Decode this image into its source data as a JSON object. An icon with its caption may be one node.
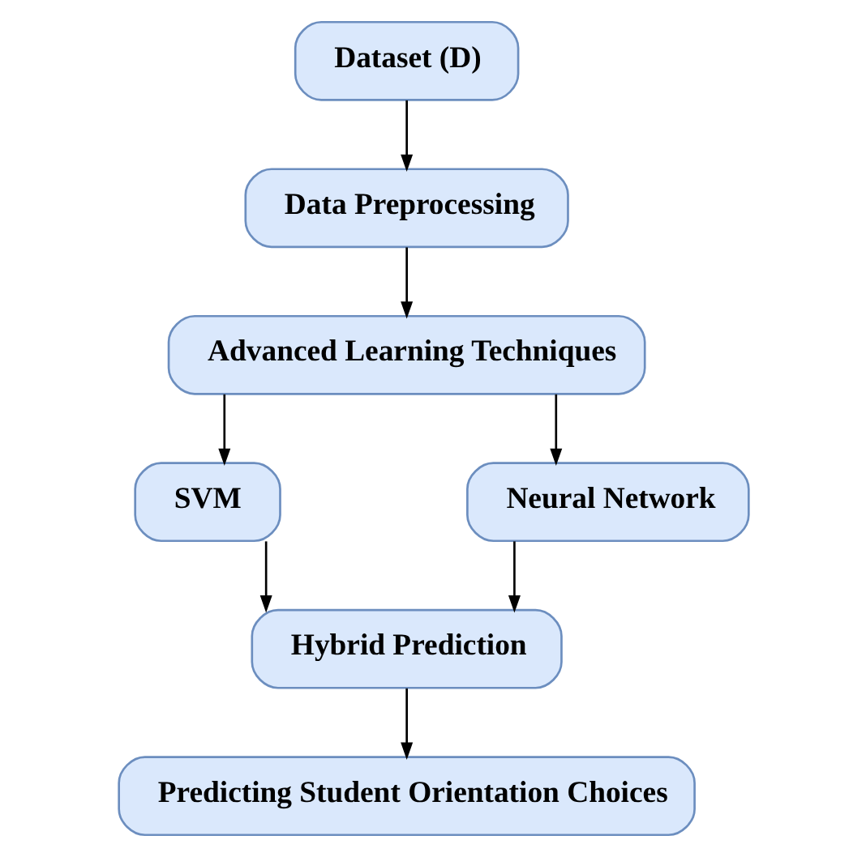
{
  "diagram": {
    "nodes": [
      {
        "text": [
          "Dataset (D)"
        ]
      },
      {
        "text": [
          "Data Preprocessing"
        ]
      },
      {
        "text": [
          "Advanced Learning Techniques"
        ]
      },
      {
        "text": [
          "SVM"
        ]
      },
      {
        "text": [
          "Neural Network"
        ]
      },
      {
        "text": [
          "Hybrid Prediction"
        ]
      },
      {
        "text": [
          "Predicting Student Orientation Choices"
        ]
      }
    ],
    "edges": [
      {
        "from": 0,
        "to": 1,
        "arrow": "to"
      },
      {
        "from": 1,
        "to": 2,
        "arrow": "to"
      },
      {
        "from": 2,
        "to": 3,
        "arrow": "to"
      },
      {
        "from": 2,
        "to": 4,
        "arrow": "to"
      },
      {
        "from": 3,
        "to": 5,
        "arrow": "to"
      },
      {
        "from": 4,
        "to": 5,
        "arrow": "to"
      },
      {
        "from": 5,
        "to": 6,
        "arrow": "to"
      }
    ]
  }
}
